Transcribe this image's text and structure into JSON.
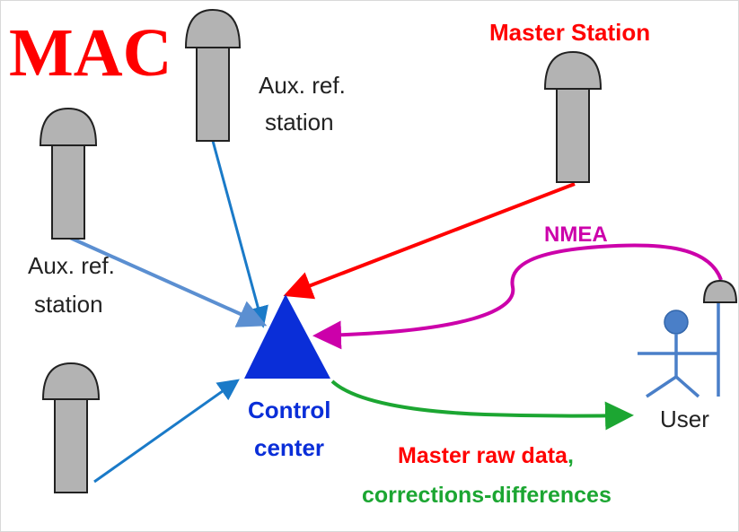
{
  "title": "MAC",
  "labels": {
    "master_station": "Master Station",
    "aux_station_top_line1": "Aux. ref.",
    "aux_station_top_line2": "station",
    "aux_station_left_line1": "Aux. ref.",
    "aux_station_left_line2": "station",
    "nmea": "NMEA",
    "control_line1": "Control",
    "control_line2": "center",
    "user": "User",
    "master_raw_data": "Master raw data",
    "comma": ",",
    "corrections_differences": "corrections-differences"
  },
  "colors": {
    "title": "#ff0000",
    "master_red": "#ff0000",
    "aux_blue": "#1a7ac8",
    "aux_blue_light": "#5b8fd1",
    "nmea_magenta": "#cc00aa",
    "corrections_green": "#1ca632",
    "control_blue": "#0a2ed8",
    "user_blue": "#4a7fc8",
    "antenna_gray": "#b3b3b3",
    "outline": "#222222"
  },
  "icons": [
    "gnss-antenna-icon",
    "control-center-triangle-icon",
    "user-stick-figure-icon"
  ]
}
